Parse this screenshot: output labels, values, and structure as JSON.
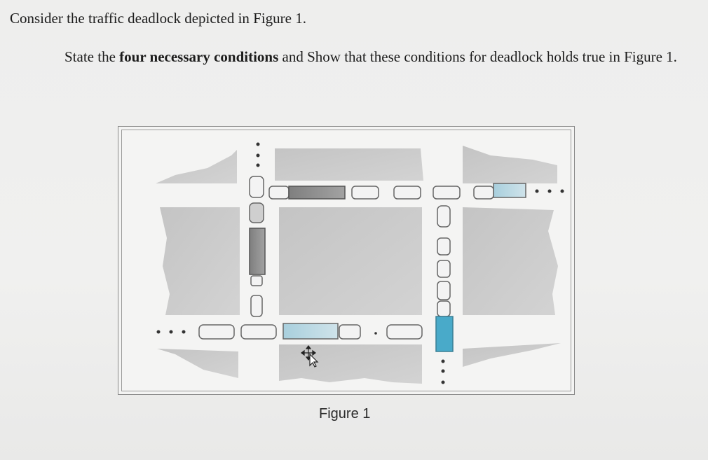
{
  "question": {
    "intro": "Consider the traffic deadlock depicted in Figure 1.",
    "task_part1": "State the ",
    "task_bold": "four necessary conditions",
    "task_part2": " and Show that these conditions for deadlock holds true in Figure 1."
  },
  "figure": {
    "caption": "Figure 1"
  },
  "colors": {
    "block": "#c9c9c9",
    "dark_car": "#8d8d8d",
    "blue_car": "#9cc6d6",
    "bright_blue_car": "#49aac9"
  },
  "icons": [
    "move-cursor-icon"
  ]
}
